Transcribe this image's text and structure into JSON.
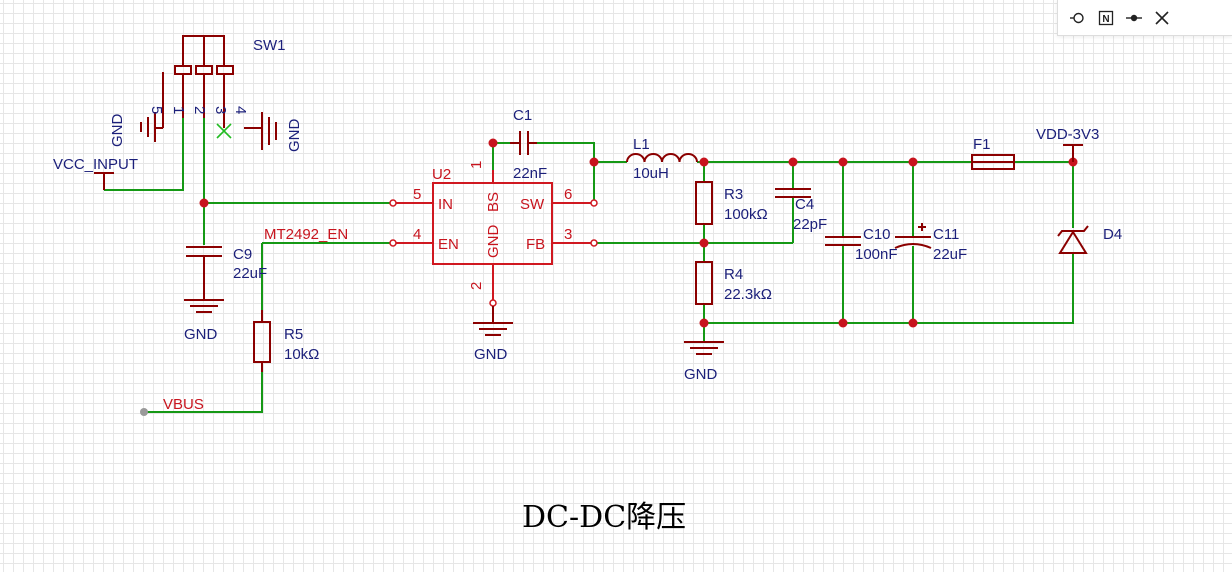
{
  "title": "DC-DC降压",
  "toolbar": {
    "items": [
      {
        "name": "probe-icon"
      },
      {
        "name": "net-label-icon",
        "glyph": "N"
      },
      {
        "name": "wire-icon"
      },
      {
        "name": "close-icon"
      }
    ]
  },
  "colors": {
    "wire": "#159915",
    "component": "#8b0000",
    "chip": "#d01820",
    "label": "#1b1f7a",
    "pin_text": "#c8141e"
  },
  "labels": {
    "sw1": "SW1",
    "sw1_pins": [
      "5",
      "1",
      "2",
      "3",
      "4"
    ],
    "gnd_sw_left": "GND",
    "gnd_sw_right": "GND",
    "vcc_input": "VCC_INPUT",
    "u2_ref": "U2",
    "u2_pins": {
      "in_num": "5",
      "en_num": "4",
      "bs_num": "1",
      "sw_num": "6",
      "fb_num": "3",
      "gnd_num": "2"
    },
    "u2_names": {
      "in": "IN",
      "en": "EN",
      "bs": "BS",
      "gnd": "GND",
      "sw": "SW",
      "fb": "FB"
    },
    "mt2492_en": "MT2492_EN",
    "c1_ref": "C1",
    "c1_val": "22nF",
    "l1_ref": "L1",
    "l1_val": "10uH",
    "r3_ref": "R3",
    "r3_val": "100kΩ",
    "c4_ref": "C4",
    "c4_val": "22pF",
    "c10_ref": "C10",
    "c10_val": "100nF",
    "c11_ref": "C11",
    "c11_val": "22uF",
    "r4_ref": "R4",
    "r4_val": "22.3kΩ",
    "f1_ref": "F1",
    "d4_ref": "D4",
    "vdd": "VDD-3V3",
    "c9_ref": "C9",
    "c9_val": "22uF",
    "gnd_c9": "GND",
    "gnd_u2": "GND",
    "gnd_r4": "GND",
    "r5_ref": "R5",
    "r5_val": "10kΩ",
    "vbus": "VBUS"
  }
}
